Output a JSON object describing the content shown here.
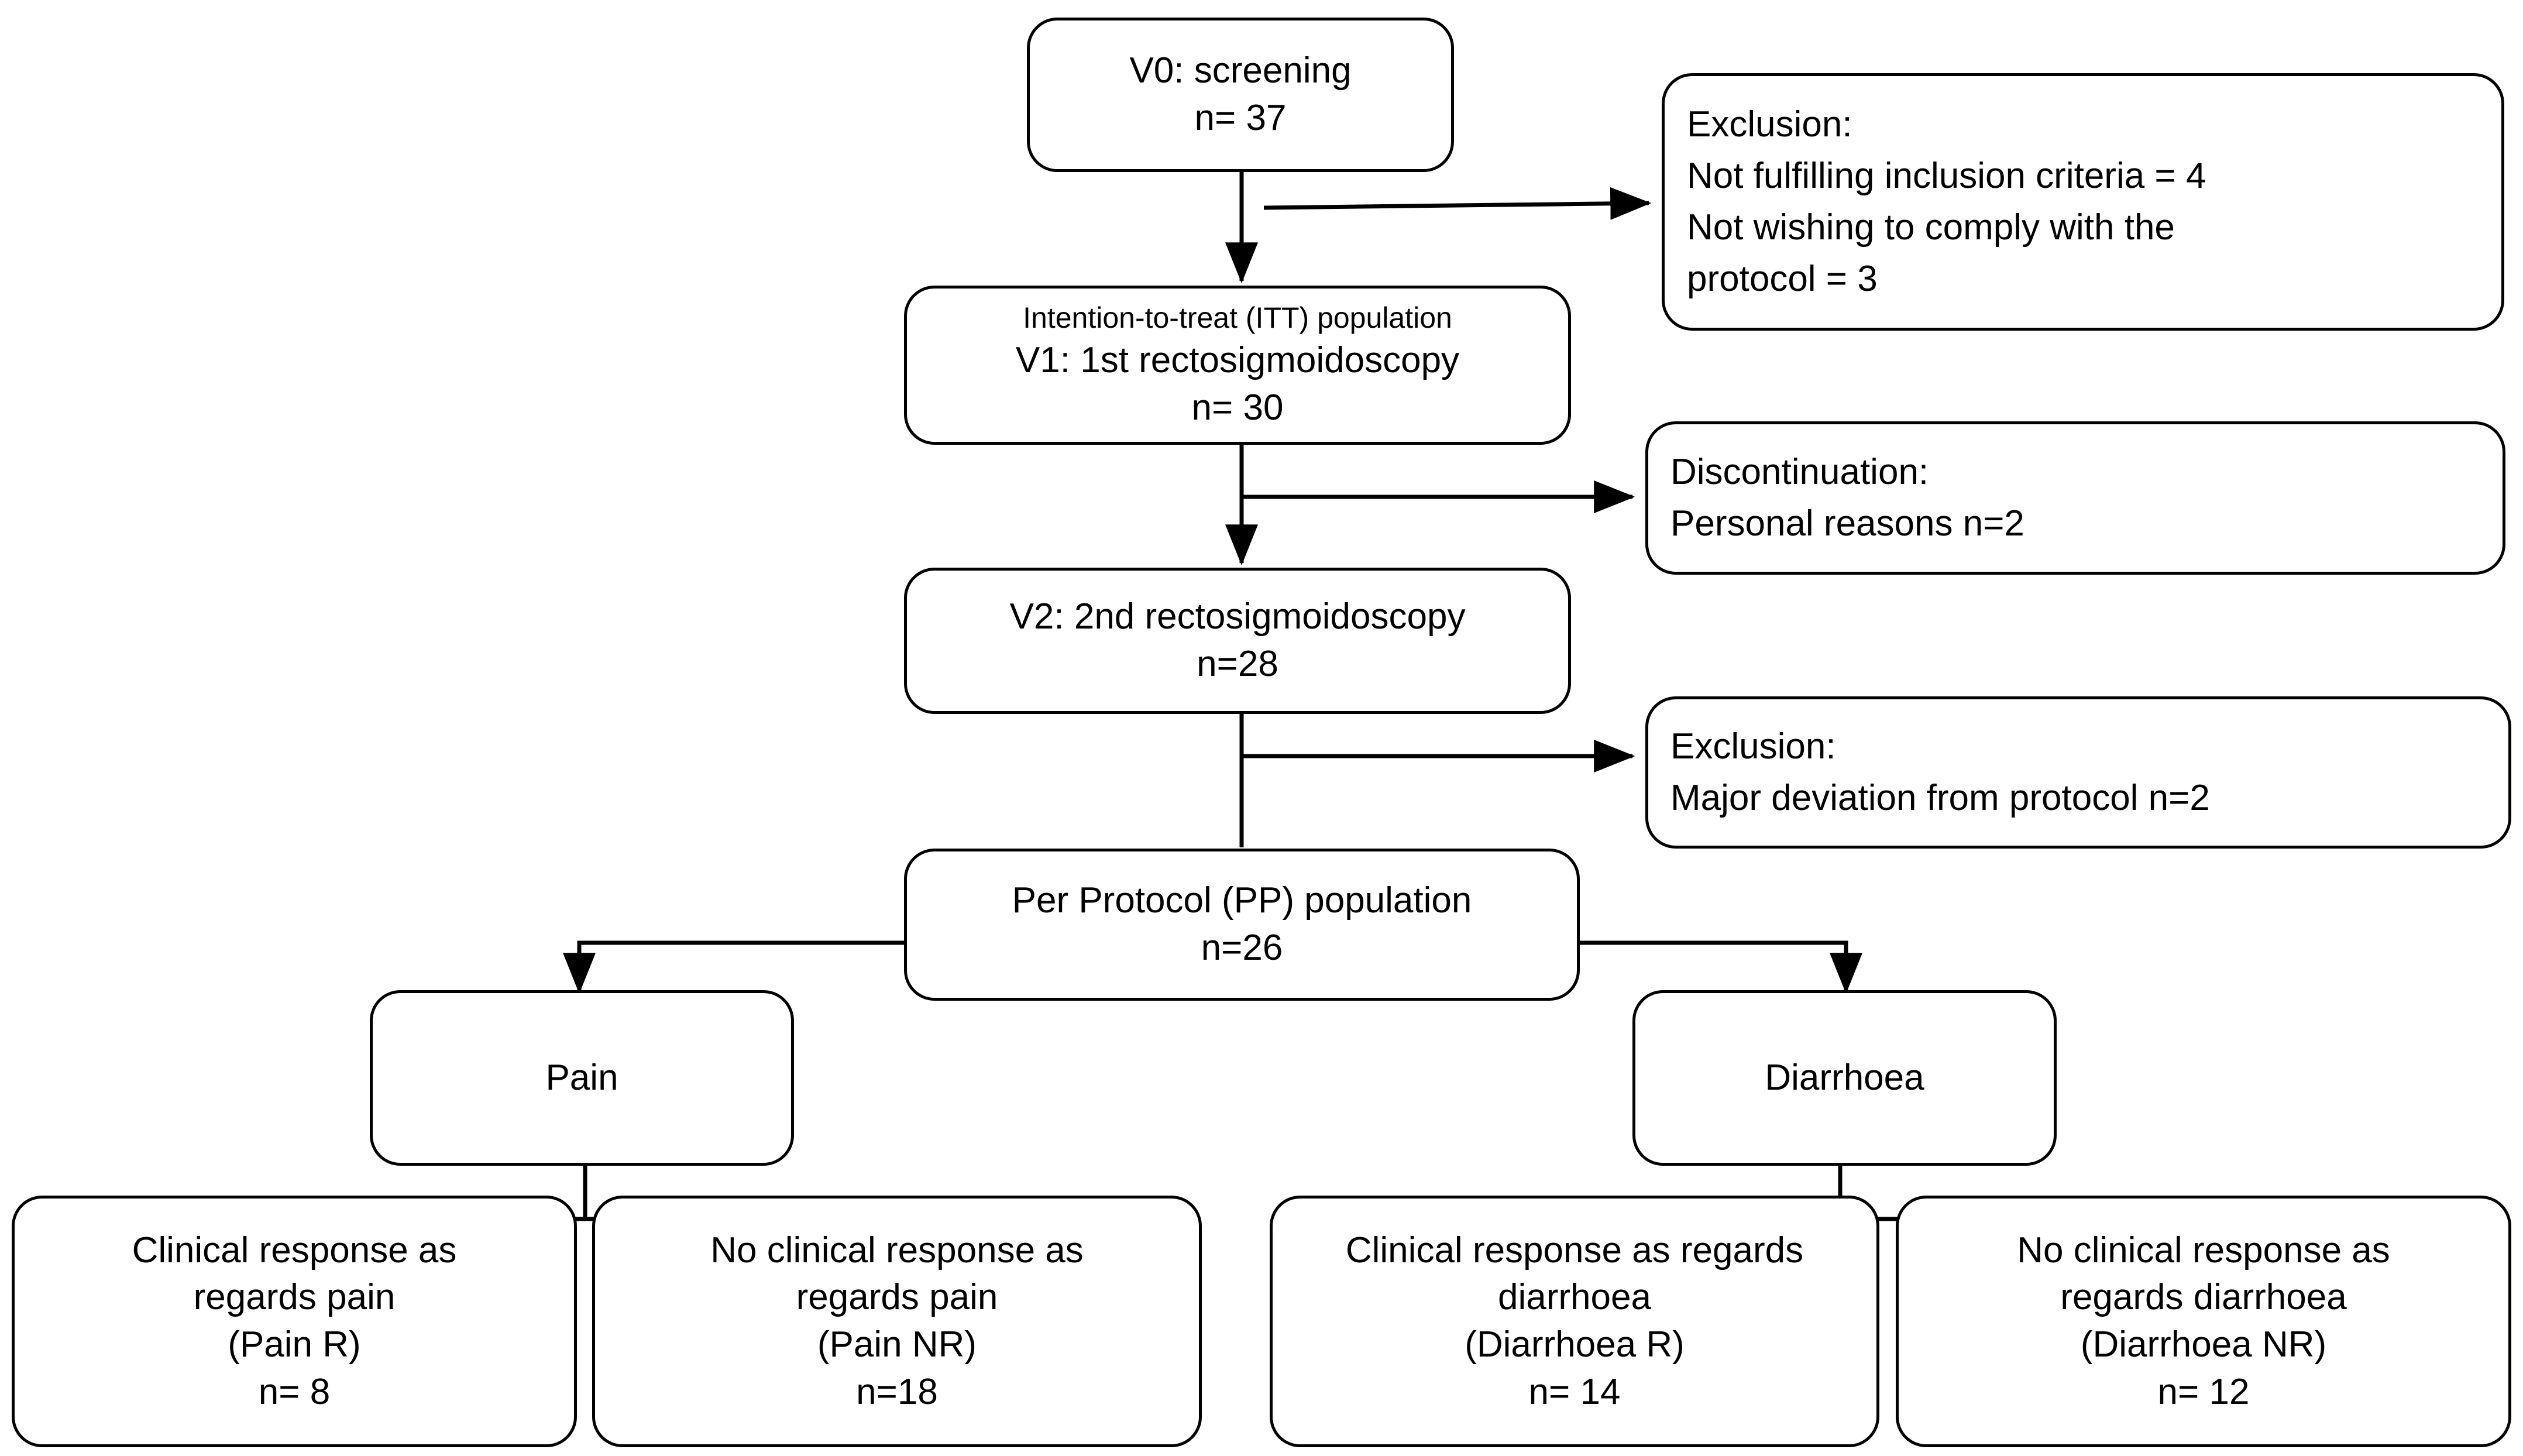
{
  "diagram": {
    "title": "Study flow diagram (CONSORT-style)",
    "stroke_color": "#000000",
    "box_fill": "#ffffff",
    "nodes": {
      "screening": {
        "id": "v0-screening",
        "lines": [
          "V0: screening",
          "n= 37"
        ]
      },
      "exclusion_1": {
        "id": "exclusion-screening",
        "lines": [
          "Exclusion:",
          "Not fulfilling inclusion criteria = 4",
          "Not wishing to comply with the",
          "protocol = 3"
        ]
      },
      "itt": {
        "id": "itt-population",
        "lines": [
          "Intention-to-treat (ITT) population",
          "V1: 1st rectosigmoidoscopy",
          "n= 30"
        ]
      },
      "discontinuation": {
        "id": "discontinuation",
        "lines": [
          "Discontinuation:",
          "Personal reasons n=2"
        ]
      },
      "v2": {
        "id": "v2-rectosigmoidoscopy",
        "lines": [
          "V2: 2nd rectosigmoidoscopy",
          "n=28"
        ]
      },
      "exclusion_2": {
        "id": "exclusion-protocol",
        "lines": [
          "Exclusion:",
          "Major deviation from protocol n=2"
        ]
      },
      "pp": {
        "id": "pp-population",
        "lines": [
          "Per Protocol (PP) population",
          "n=26"
        ]
      },
      "pain": {
        "id": "pain-group",
        "lines": [
          "Pain"
        ]
      },
      "diarrhoea": {
        "id": "diarrhoea-group",
        "lines": [
          "Diarrhoea"
        ]
      },
      "pain_r": {
        "id": "pain-responder",
        "lines": [
          "Clinical response as",
          "regards pain",
          "(Pain R)",
          "n= 8"
        ]
      },
      "pain_nr": {
        "id": "pain-non-responder",
        "lines": [
          "No clinical response as",
          "regards pain",
          "(Pain NR)",
          "n=18"
        ]
      },
      "diarrhoea_r": {
        "id": "diarrhoea-responder",
        "lines": [
          "Clinical response as regards",
          "diarrhoea",
          "(Diarrhoea R)",
          "n= 14"
        ]
      },
      "diarrhoea_nr": {
        "id": "diarrhoea-non-responder",
        "lines": [
          "No clinical response as",
          "regards diarrhoea",
          "(Diarrhoea NR)",
          "n= 12"
        ]
      }
    },
    "counts": {
      "screened": 37,
      "itt": 30,
      "v2": 28,
      "pp": 26,
      "excluded_not_fulfilling_criteria": 4,
      "excluded_not_wishing_to_comply": 3,
      "discontinued_personal_reasons": 2,
      "excluded_major_protocol_deviation": 2,
      "pain_responders": 8,
      "pain_non_responders": 18,
      "diarrhoea_responders": 14,
      "diarrhoea_non_responders": 12
    }
  }
}
